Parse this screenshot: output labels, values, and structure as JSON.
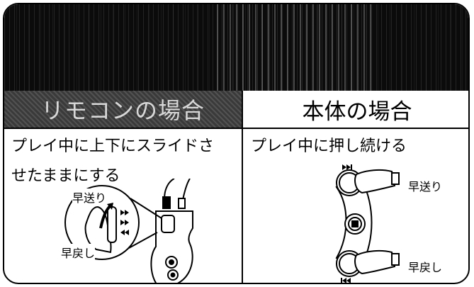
{
  "remote": {
    "header": "リモコンの場合",
    "instruction_line1": "プレイ中に上下にスライドさ",
    "instruction_line2": "せたままにする",
    "label_ff": "早送り",
    "label_rw": "早戻し"
  },
  "body_unit": {
    "header": "本体の場合",
    "instruction": "プレイ中に押し続ける",
    "label_ff": "早送り",
    "label_rw": "早戻し"
  }
}
